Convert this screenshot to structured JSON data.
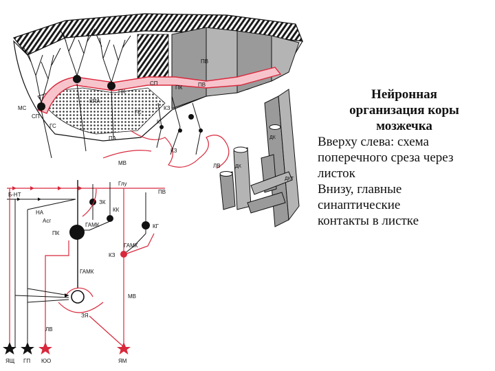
{
  "caption": {
    "title_lines": [
      "Нейронная",
      "организация коры",
      "мозжечка"
    ],
    "body_lines": [
      "Вверху слева: схема",
      "поперечного среза через",
      "листок",
      "Внизу, главные",
      "синаптические",
      "контакты в листке"
    ]
  },
  "top_labels": {
    "mc": "МС",
    "sp_left": "СП",
    "gs_left": "ГС",
    "pk_top": "ПК",
    "kpa": "КПА",
    "gs_mid": "ГС",
    "sp_mid": "СП",
    "pk_mid": "ПК",
    "pv_top": "ПВ",
    "pv_mid": "ПВ",
    "kz_top": "КЗ",
    "k_top": "К",
    "kz_mid": "КЗ",
    "pa": "ПА",
    "mv_top": "МВ",
    "lv_top": "ЛВ",
    "dk_top": "ДК",
    "dk_mid": "ДК",
    "dk_low": "ДКТ"
  },
  "bottom_labels": {
    "bnt": "Б-НТ",
    "glu": "Глу",
    "pv": "ПВ",
    "na": "НА",
    "asg": "Асг",
    "zk": "ЗК",
    "kk": "КК",
    "gamk_1": "ГАМК",
    "kg": "КГ",
    "pk": "ПК",
    "gamk_2": "ГАМК",
    "kz": "КЗ",
    "gamk_3": "ГАМК",
    "mv": "МВ",
    "zya": "ЗЯ",
    "lv": "ЛВ",
    "yash": "ЯЩ",
    "gp": "ГП",
    "yuo": "ЮО",
    "yam": "ЯМ"
  },
  "colors": {
    "ink": "#111111",
    "accent": "#d8283c",
    "accent_light": "#f7c4cc",
    "block_gray": "#9a9a9a"
  }
}
